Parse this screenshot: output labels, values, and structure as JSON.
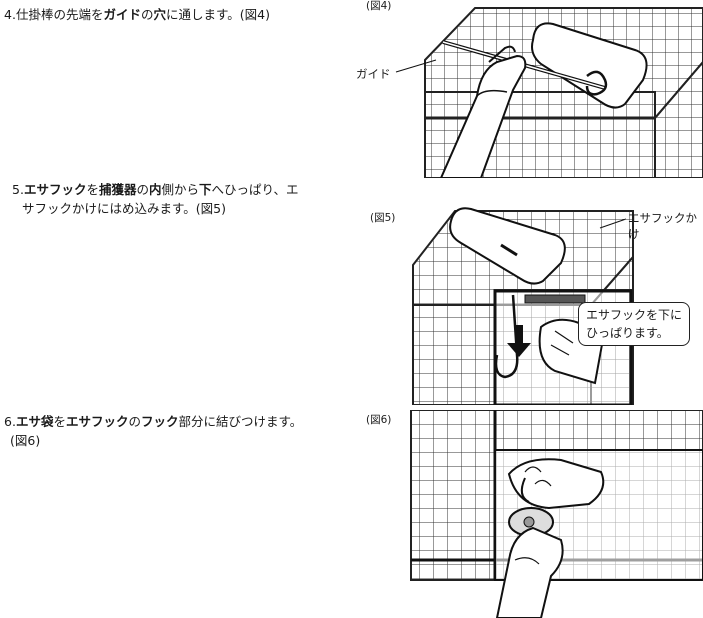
{
  "steps": [
    {
      "number": "4.",
      "parts": [
        "仕掛棒の先端を",
        "ガイド",
        "の",
        "穴",
        "に通します。(図4)"
      ]
    },
    {
      "number": "5.",
      "parts": [
        "エサフック",
        "を",
        "捕獲器",
        "の",
        "内",
        "側から",
        "下",
        "へひっぱり、エ",
        "サフックかけにはめ込みます。(図5)"
      ]
    },
    {
      "number": "6.",
      "parts": [
        "エサ袋",
        "を",
        "エサフック",
        "の",
        "フック",
        "部分に結びつけます。",
        "(図6)"
      ]
    }
  ],
  "figures": {
    "fig4": {
      "label": "(図4)",
      "callout": "ガイド"
    },
    "fig5": {
      "label": "(図5)",
      "callout": "エサフックかけ",
      "bubble_line1": "エサフックを下に",
      "bubble_line2": "ひっぱります。"
    },
    "fig6": {
      "label": "(図6)"
    }
  }
}
